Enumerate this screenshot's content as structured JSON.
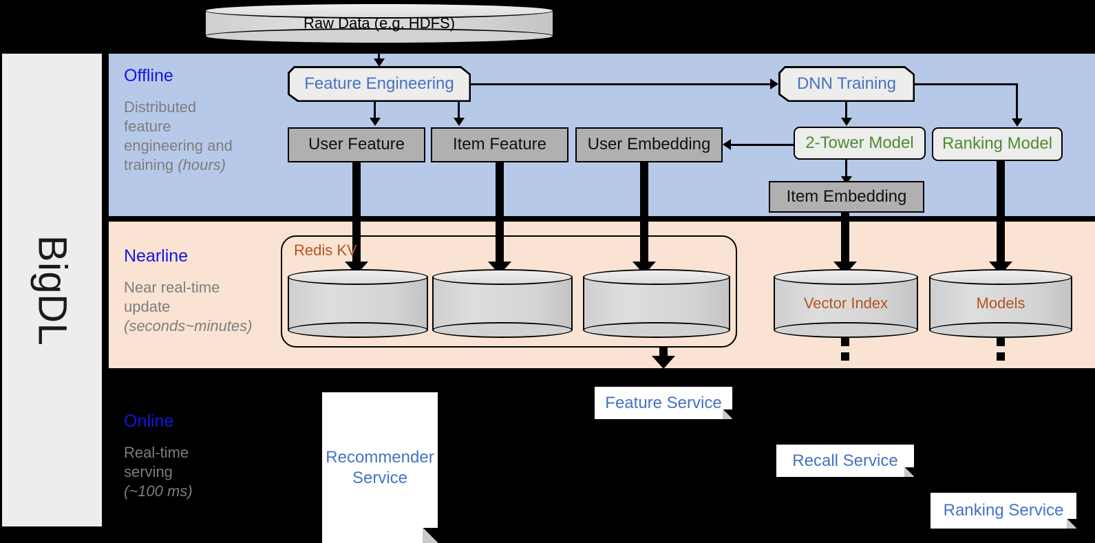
{
  "framework": {
    "name": "BigDL"
  },
  "bands": [
    {
      "id": "offline",
      "title": "Offline",
      "subtitle_line1": "Distributed",
      "subtitle_line2": "feature",
      "subtitle_line3": "engineering and",
      "subtitle_line4": "training ",
      "subtitle_italic": "(hours)"
    },
    {
      "id": "nearline",
      "title": "Nearline",
      "subtitle_line1": "Near real-time",
      "subtitle_line2": "update",
      "subtitle_italic": "(seconds~minutes)"
    },
    {
      "id": "online",
      "title": "Online",
      "subtitle_line1": "Real-time",
      "subtitle_line2": "serving",
      "subtitle_italic": "(~100 ms)"
    }
  ],
  "source": {
    "label": "Raw Data (e.g. HDFS)"
  },
  "offline": {
    "feature_engineering": "Feature Engineering",
    "dnn_training": "DNN Training",
    "two_tower_model": "2-Tower Model",
    "ranking_model": "Ranking Model",
    "user_feature": "User Feature",
    "item_feature": "Item Feature",
    "user_embedding": "User Embedding",
    "item_embedding": "Item Embedding"
  },
  "nearline": {
    "redis_group_label": "Redis KV",
    "stores": [
      "",
      "",
      ""
    ],
    "vector_index": "Vector Index",
    "models": "Models"
  },
  "online": {
    "recommender_service": "Recommender Service",
    "feature_service": "Feature Service",
    "recall_service": "Recall Service",
    "ranking_service": "Ranking Service"
  },
  "colors": {
    "offline_band": "#b7c9e8",
    "nearline_band": "#fae3d2",
    "online_band": "#000000",
    "band_title": "#1414e6",
    "band_subtitle": "#7d7d7d",
    "rail": "#ededed",
    "blue_text": "#4472c4",
    "green_text": "#4e8a35",
    "orange_text": "#b5521f",
    "gray_box": "#b0b0b0",
    "light_box": "#ededeb"
  }
}
